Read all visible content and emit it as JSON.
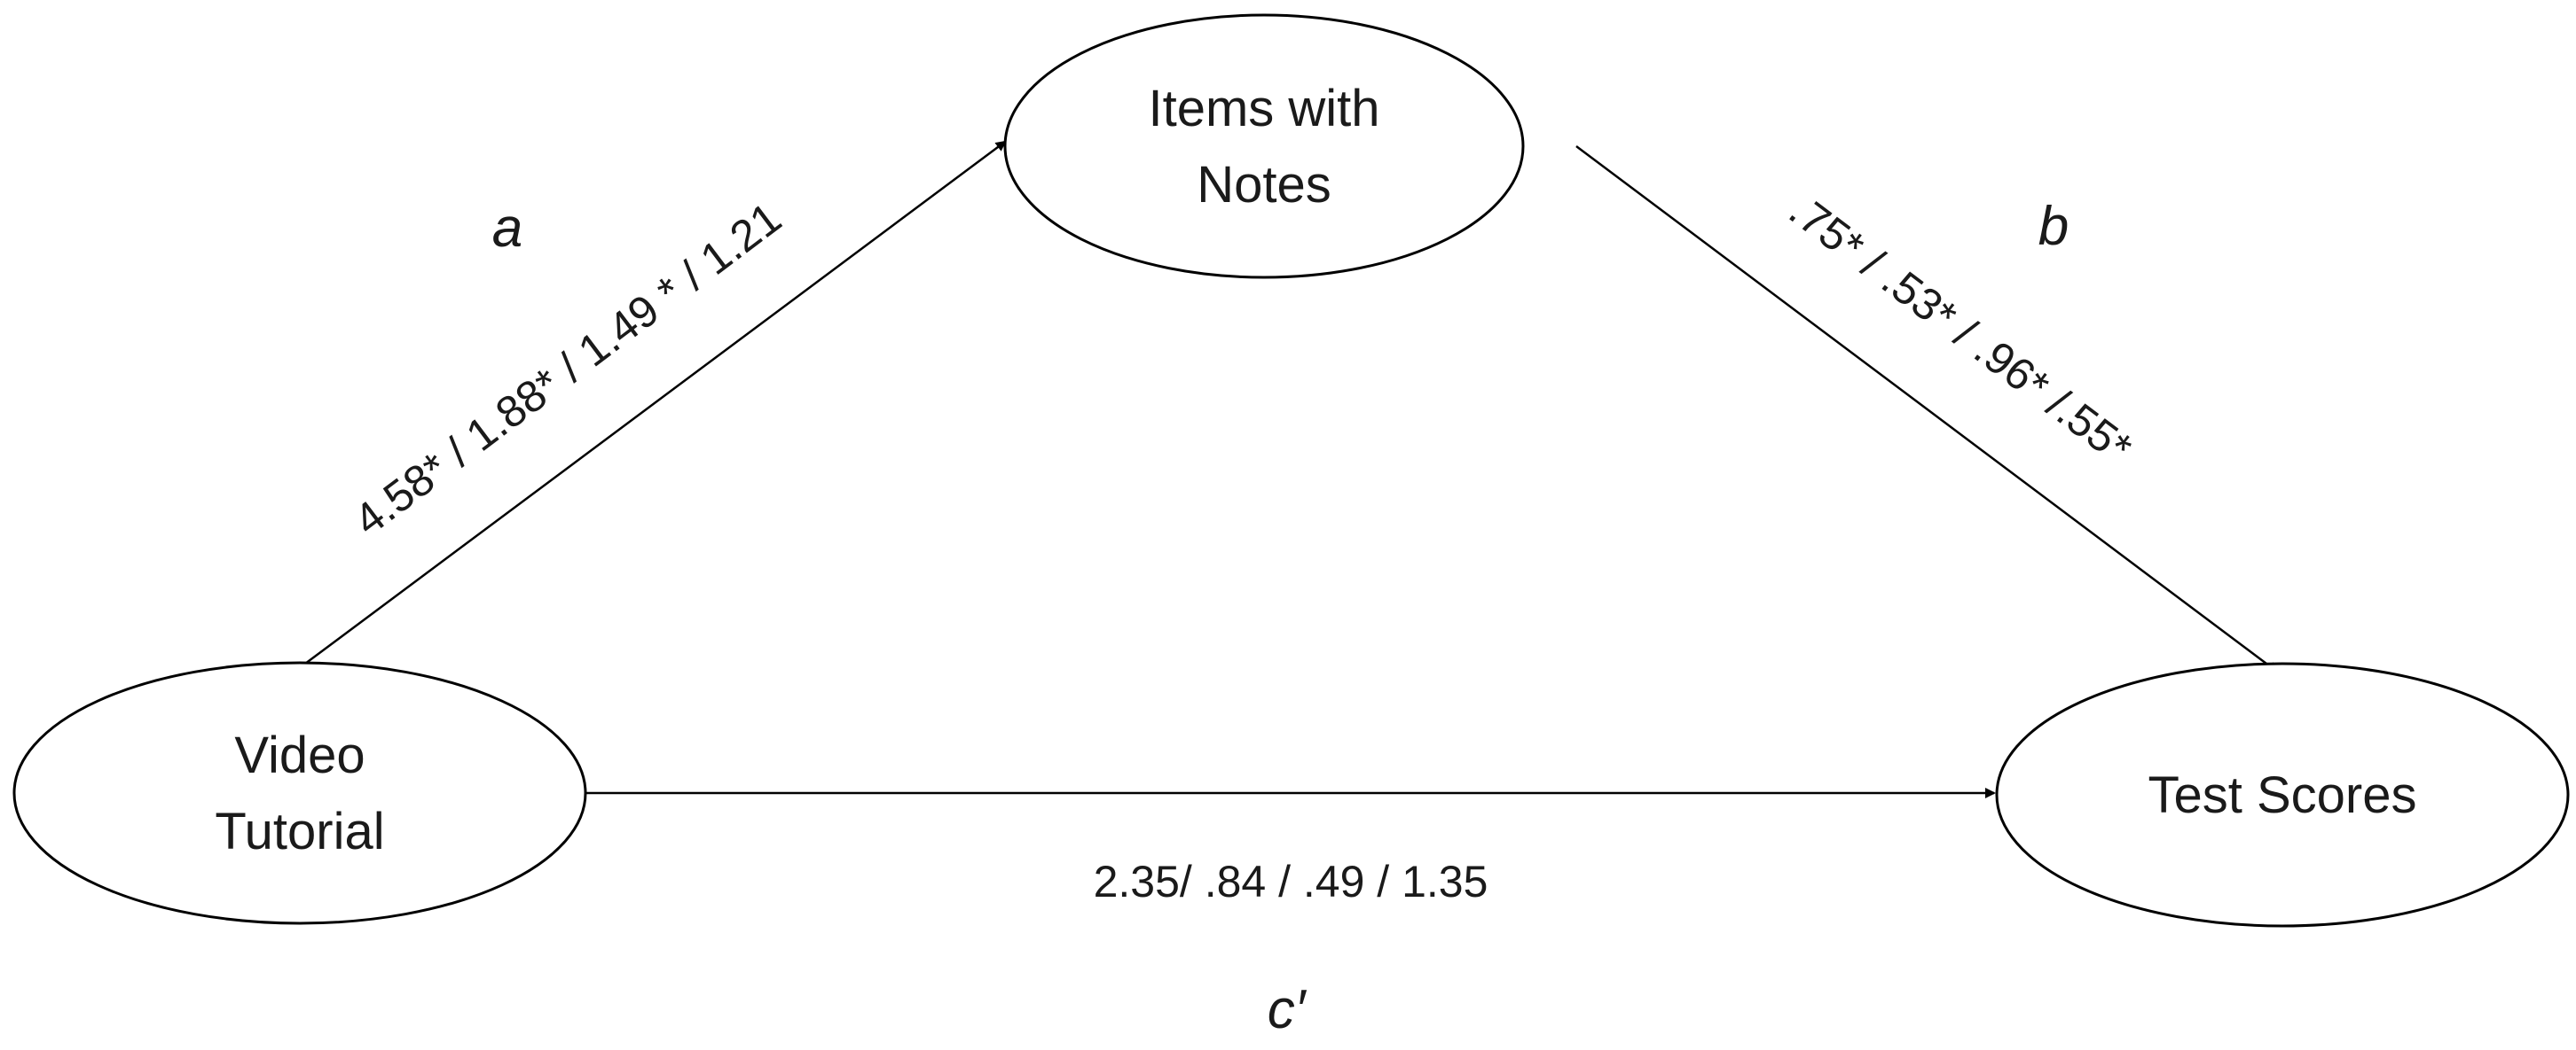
{
  "nodes": {
    "mediator": {
      "lines": [
        "Items with",
        "Notes"
      ]
    },
    "predictor": {
      "lines": [
        "Video",
        "Tutorial"
      ]
    },
    "outcome": {
      "lines": [
        "Test Scores"
      ]
    }
  },
  "paths": {
    "a": {
      "letter": "a",
      "coefficients": "4.58* / 1.88* / 1.49 * / 1.21"
    },
    "b": {
      "letter": "b",
      "coefficients": ".75* / .53* / .96* /.55*"
    },
    "c_prime": {
      "letter": "c′",
      "coefficients": "2.35/ .84 / .49 / 1.35"
    }
  },
  "colors": {
    "stroke": "#000000",
    "text": "#1a1a1a",
    "background": "#ffffff"
  }
}
